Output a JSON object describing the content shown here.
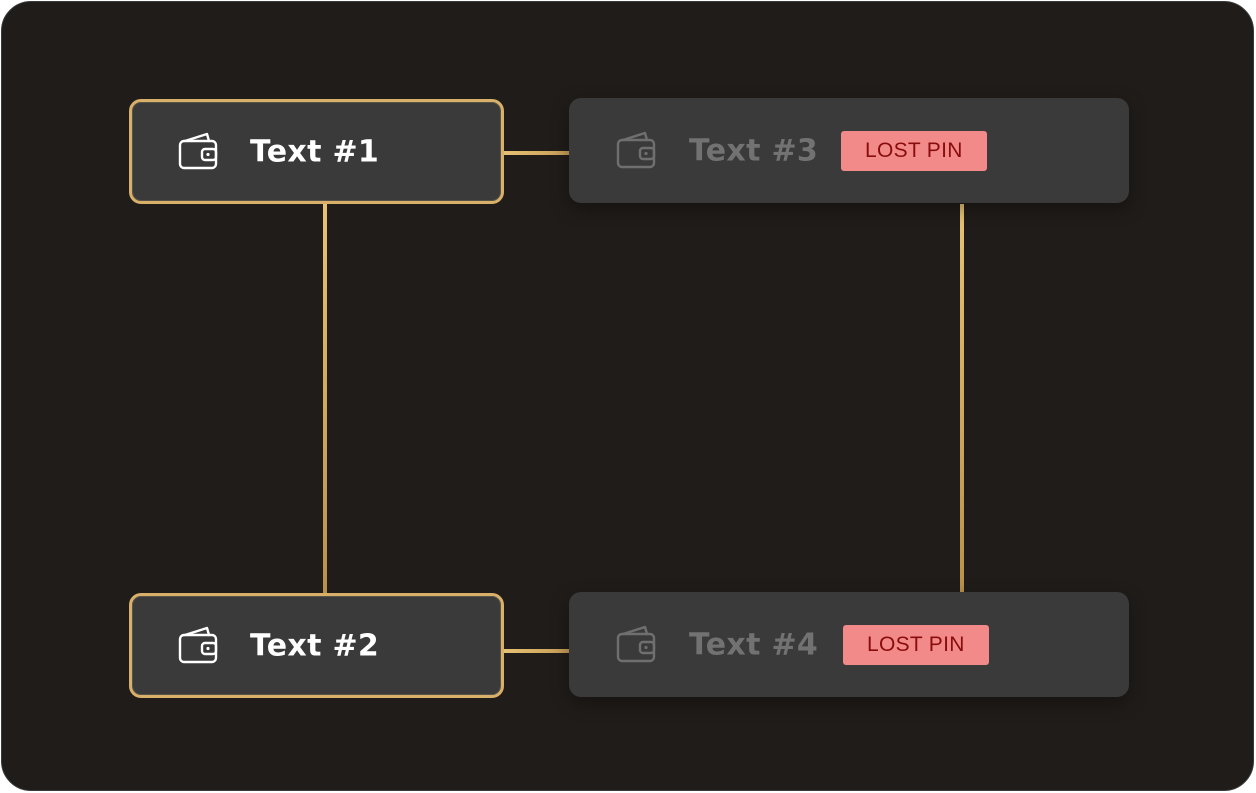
{
  "nodes": [
    {
      "id": "node-1",
      "label": "Text #1",
      "status": "active",
      "icon": "wallet-icon"
    },
    {
      "id": "node-2",
      "label": "Text #2",
      "status": "active",
      "icon": "wallet-icon"
    },
    {
      "id": "node-3",
      "label": "Text #3",
      "status": "inactive",
      "icon": "wallet-icon",
      "badge": "LOST PIN"
    },
    {
      "id": "node-4",
      "label": "Text #4",
      "status": "inactive",
      "icon": "wallet-icon",
      "badge": "LOST PIN"
    }
  ],
  "edges": [
    {
      "from": "node-1",
      "to": "node-3"
    },
    {
      "from": "node-1",
      "to": "node-2"
    },
    {
      "from": "node-2",
      "to": "node-4"
    },
    {
      "from": "node-3",
      "to": "node-4"
    }
  ],
  "colors": {
    "background": "#201c19",
    "card": "#3a3a3a",
    "gold_accent": "#d9b06a",
    "badge_background": "#f28a8a",
    "badge_text": "#8a0d0d",
    "active_text": "#ffffff",
    "inactive_text": "#727272"
  }
}
